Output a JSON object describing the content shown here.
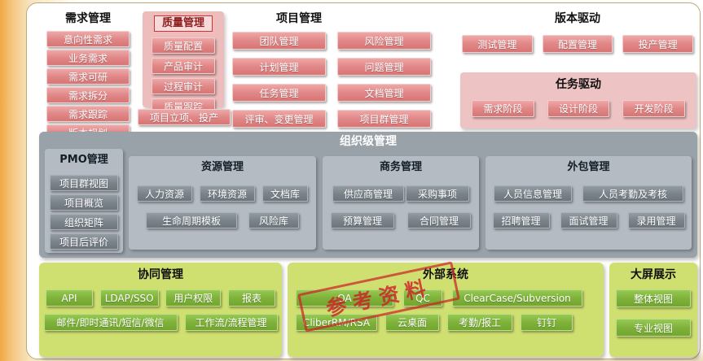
{
  "watermark": "参考资料",
  "colors": {
    "pink_block": "#e18787",
    "pink_panel": "#edbcbc",
    "gray_block": "#7b838b",
    "gray_panel": "#99a1a9",
    "green_block": "#7fb23a",
    "green_panel": "#cfe070",
    "stamp_red": "#cd2026",
    "left_band_orange": "#f1a845"
  },
  "sections": {
    "requirements": {
      "title": "需求管理",
      "items": [
        "意向性需求",
        "业务需求",
        "需求可研",
        "需求拆分",
        "需求跟踪",
        "版本规划"
      ]
    },
    "quality": {
      "title": "质量管理",
      "items": [
        "质量配置",
        "产品审计",
        "过程审计",
        "质量跟踪"
      ],
      "footer": "项目立项、投产"
    },
    "project": {
      "title": "项目管理",
      "left": [
        "团队管理",
        "计划管理",
        "任务管理",
        "评审、变更管理"
      ],
      "right": [
        "风险管理",
        "问题管理",
        "文档管理",
        "项目群管理"
      ]
    },
    "version_driven": {
      "title": "版本驱动",
      "items": [
        "测试管理",
        "配置管理",
        "投产管理"
      ]
    },
    "task_driven": {
      "title": "任务驱动",
      "items": [
        "需求阶段",
        "设计阶段",
        "开发阶段"
      ]
    },
    "organization": {
      "title": "组织级管理",
      "pmo": {
        "title": "PMO管理",
        "items": [
          "项目群视图",
          "项目概览",
          "组织矩阵",
          "项目后评价"
        ]
      },
      "resource": {
        "title": "资源管理",
        "row1": [
          "人力资源",
          "环境资源",
          "文档库"
        ],
        "row2": [
          "生命周期模板",
          "风险库"
        ]
      },
      "business": {
        "title": "商务管理",
        "row1": [
          "供应商管理",
          "采购事项"
        ],
        "row2": [
          "预算管理",
          "合同管理"
        ]
      },
      "outsourcing": {
        "title": "外包管理",
        "row1": [
          "人员信息管理",
          "人员考勤及考核"
        ],
        "row2": [
          "招聘管理",
          "面试管理",
          "录用管理"
        ]
      }
    },
    "collaboration": {
      "title": "协同管理",
      "row1": [
        "API",
        "LDAP/SSO",
        "用户权限",
        "报表"
      ],
      "row2": [
        "邮件/即时通讯/短信/微信",
        "工作流/流程管理"
      ]
    },
    "external": {
      "title": "外部系统",
      "row1": [
        "OA",
        "QC",
        "ClearCase/Subversion"
      ],
      "row2": [
        "CliberRM/RSA",
        "云桌面",
        "考勤/报工",
        "钉钉"
      ]
    },
    "big_screen": {
      "title": "大屏展示",
      "items": [
        "整体视图",
        "专业视图"
      ]
    }
  }
}
